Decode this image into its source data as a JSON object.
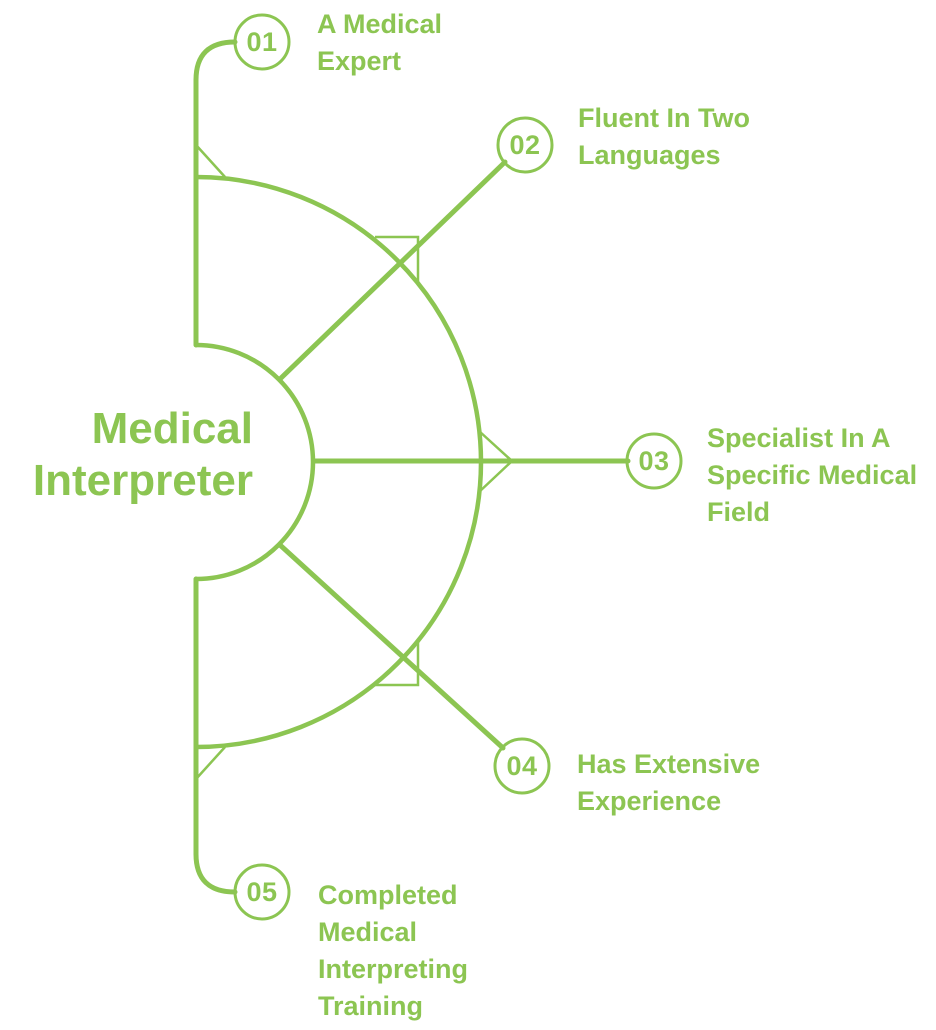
{
  "colors": {
    "accent": "#8CC552",
    "background": "#FFFFFF"
  },
  "title": {
    "text": "Medical Interpreter"
  },
  "items": [
    {
      "number": "01",
      "label": "A Medical Expert"
    },
    {
      "number": "02",
      "label": "Fluent In Two Languages"
    },
    {
      "number": "03",
      "label": "Specialist In A Specific Medical Field"
    },
    {
      "number": "04",
      "label": "Has Extensive Experience"
    },
    {
      "number": "05",
      "label": "Completed Medical Interpreting Training"
    }
  ]
}
